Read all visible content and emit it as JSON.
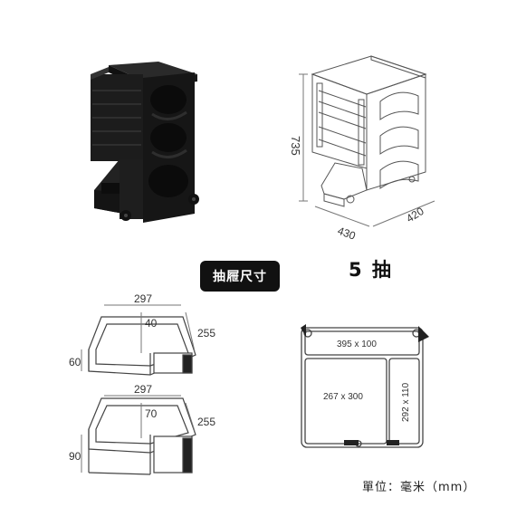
{
  "product": {
    "drawer_count": "5 抽",
    "drawer_size_badge": "抽屜尺寸",
    "unit_note": "單位：毫米（mm）"
  },
  "overall_dimensions": {
    "height": "735",
    "width": "430",
    "depth": "420"
  },
  "shallow_drawer": {
    "width": "297",
    "inner": "40",
    "depth": "255",
    "height": "60"
  },
  "deep_drawer": {
    "width": "297",
    "inner": "70",
    "depth": "255",
    "height": "90"
  },
  "top_view": {
    "top_tray": "395 x 100",
    "main_tray": "267 x 300",
    "side_tray": "292 x 110"
  },
  "colors": {
    "product_body": "#1c1c1c",
    "badge_bg": "#111111",
    "line": "#555555"
  }
}
